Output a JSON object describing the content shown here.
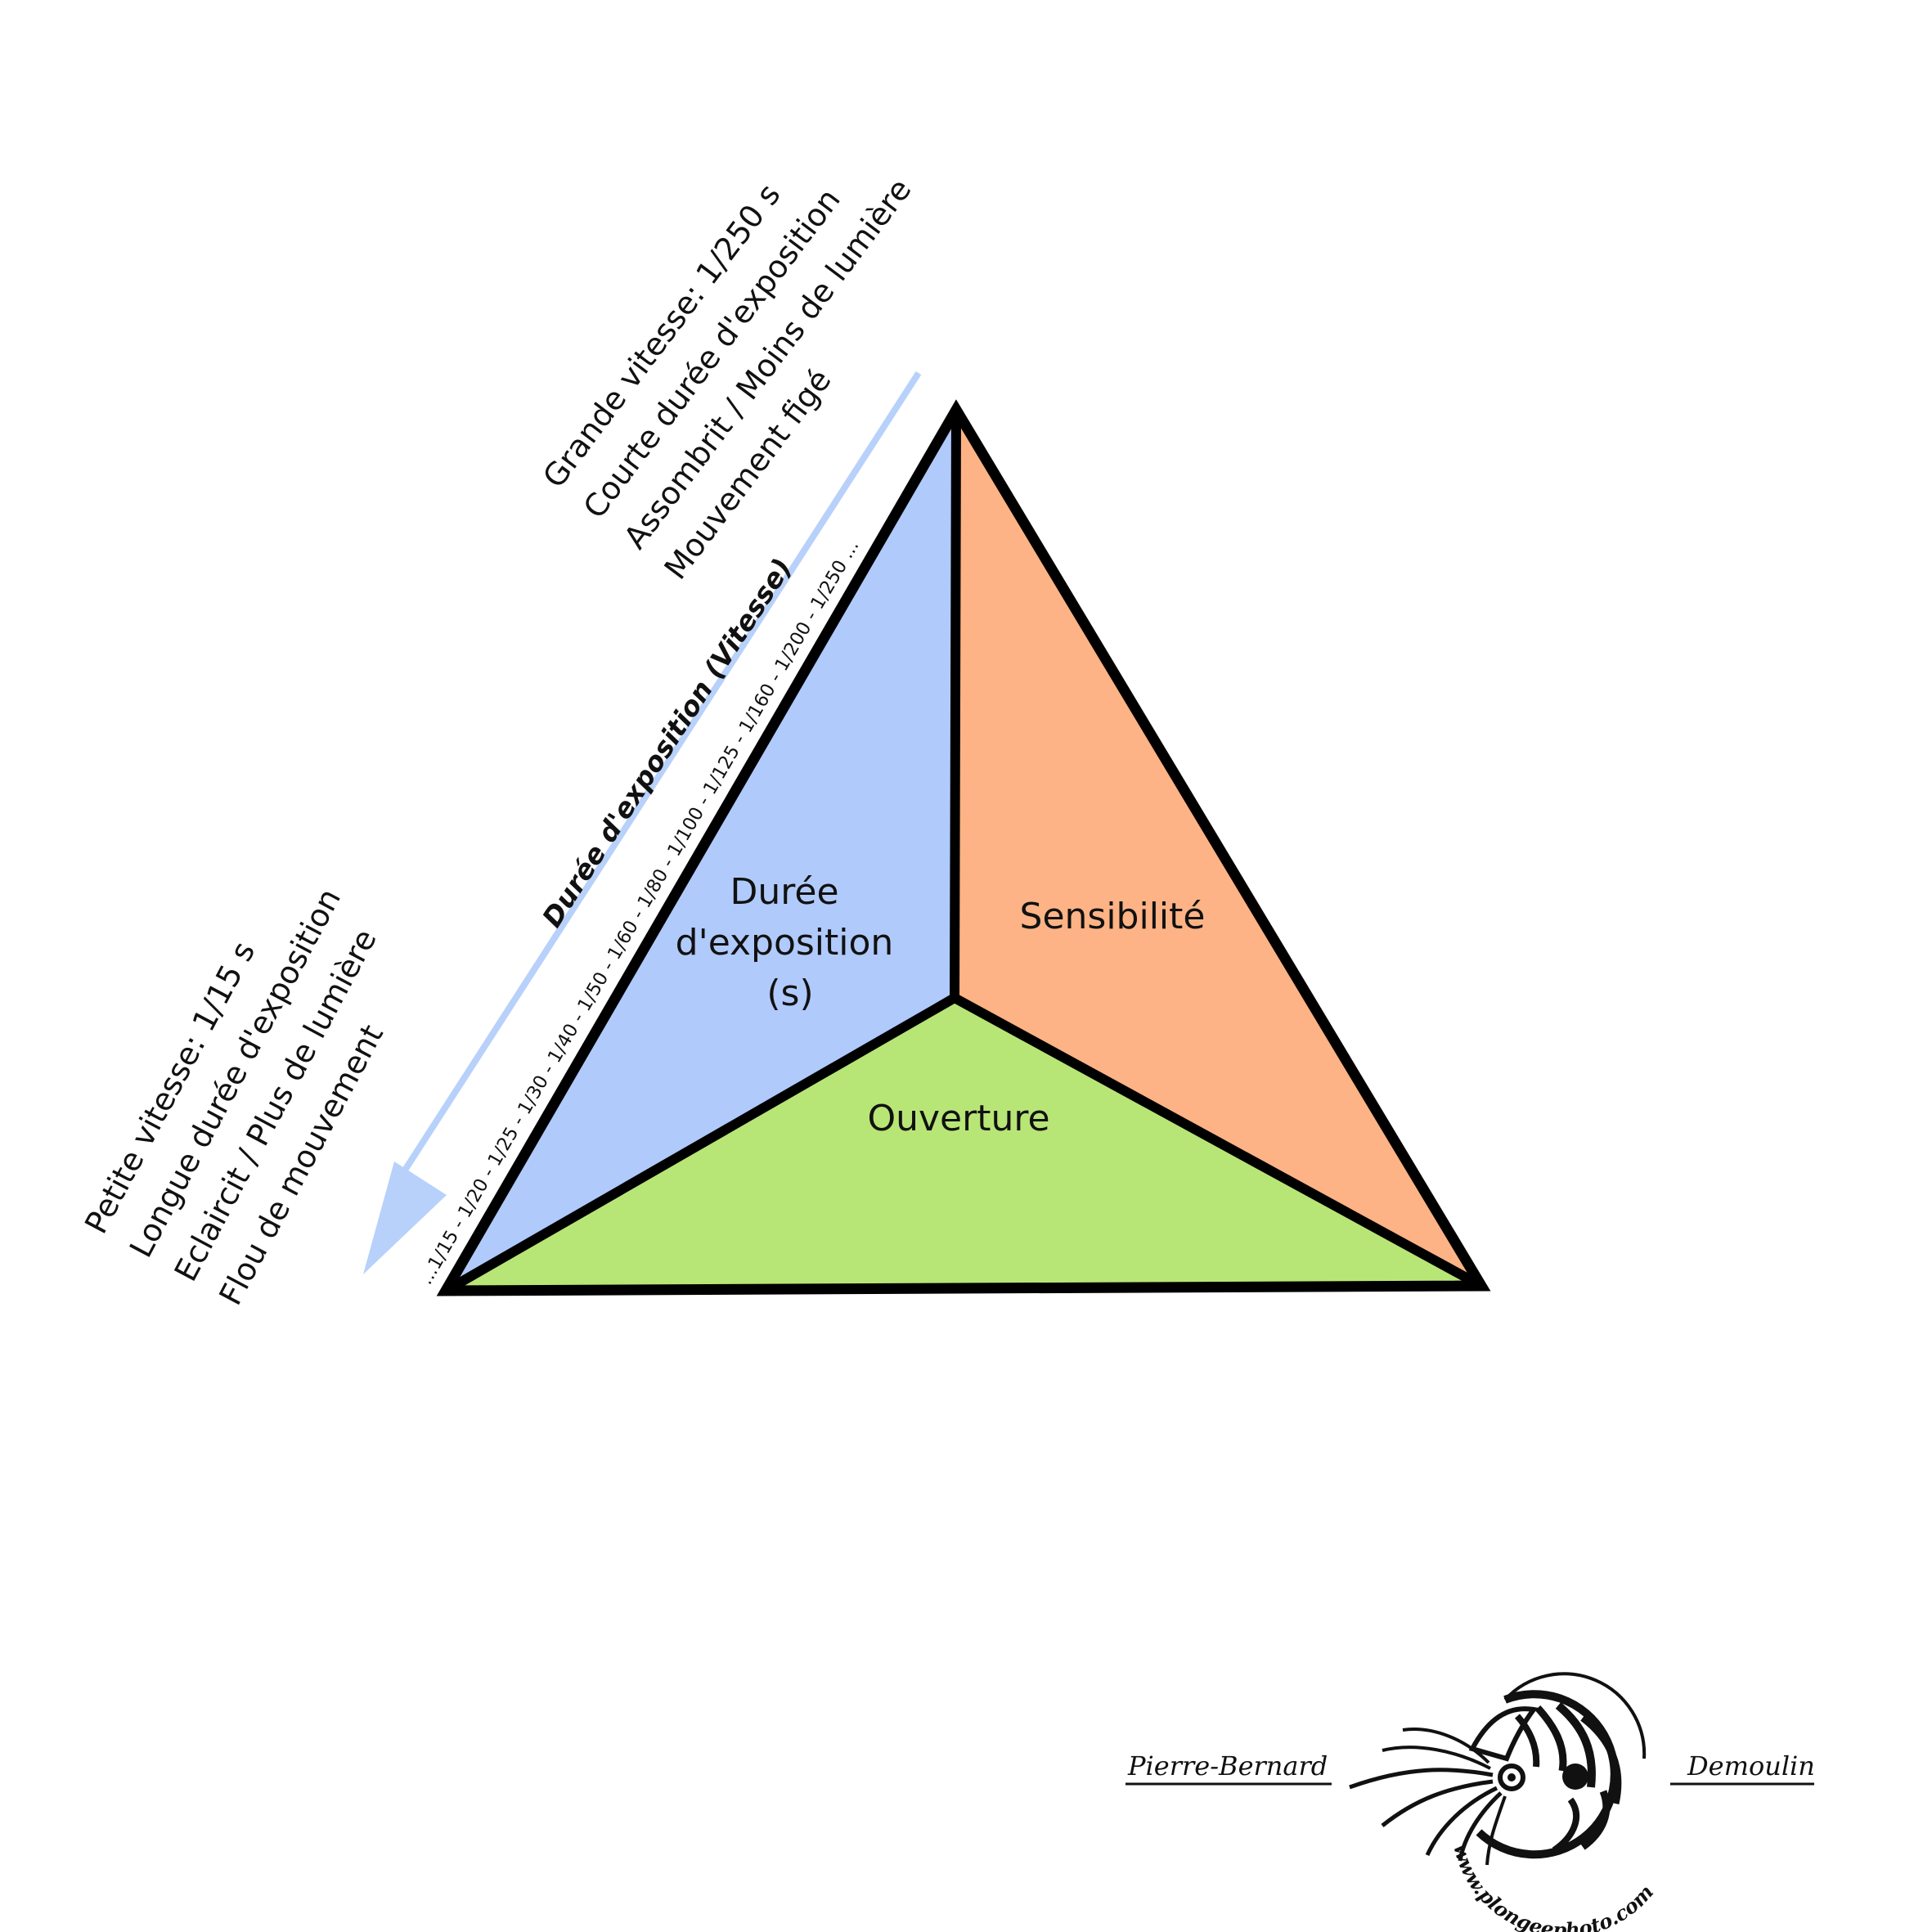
{
  "diagram": {
    "sectors": {
      "duration": {
        "lines": [
          "Durée",
          "d'exposition",
          "(s)"
        ],
        "color": "#b0cafb"
      },
      "sensitivity": {
        "label": "Sensibilité",
        "color": "#fdb385"
      },
      "aperture": {
        "label": "Ouverture",
        "color": "#b8e676"
      }
    },
    "outline_color": "#000000",
    "arrow": {
      "color": "#b8d1fb",
      "title": "Durée d'exposition (Vitesse)",
      "scale": "...1/15 - 1/20 - 1/25 - 1/30 - 1/40 - 1/50 - 1/60 - 1/80 - 1/100 - 1/125 - 1/160 - 1/200 - 1/250 ..."
    },
    "fast_end": {
      "lines": [
        "Grande vitesse: 1/250 s",
        "Courte durée d'exposition",
        "Assombrit / Moins de lumière",
        "Mouvement figé"
      ]
    },
    "slow_end": {
      "lines": [
        "Petite vitesse: 1/15 s",
        "Longue durée d'exposition",
        "Eclaircit / Plus de lumière",
        "Flou de mouvement"
      ]
    }
  },
  "signature": {
    "first_name": "Pierre-Bernard",
    "last_name": "Demoulin",
    "website": "www.plongeephoto.com",
    "logo": "nautilus-logo"
  }
}
